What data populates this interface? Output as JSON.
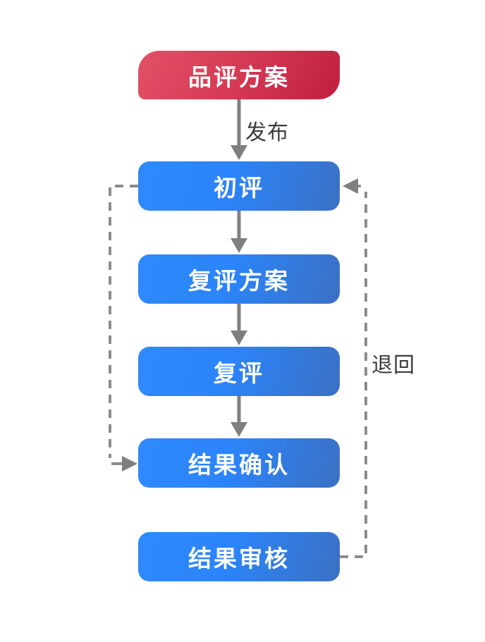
{
  "diagram": {
    "type": "flowchart",
    "orientation": "vertical",
    "nodes": [
      {
        "label": "品评方案",
        "type": "start"
      },
      {
        "label": "初评",
        "type": "step"
      },
      {
        "label": "复评方案",
        "type": "step"
      },
      {
        "label": "复评",
        "type": "step"
      },
      {
        "label": "结果确认",
        "type": "step"
      },
      {
        "label": "结果审核",
        "type": "step"
      }
    ],
    "edges": [
      {
        "from": "品评方案",
        "to": "初评",
        "label": "发布",
        "style": "solid-arrow"
      },
      {
        "from": "初评",
        "to": "复评方案",
        "label": "",
        "style": "solid-arrow"
      },
      {
        "from": "复评方案",
        "to": "复评",
        "label": "",
        "style": "solid-arrow"
      },
      {
        "from": "复评",
        "to": "结果确认",
        "label": "",
        "style": "solid-arrow"
      },
      {
        "from": "初评",
        "to": "结果确认",
        "label": "",
        "style": "dashed-arrow",
        "side": "left"
      },
      {
        "from": "结果审核",
        "to": "初评",
        "label": "退回",
        "style": "dashed-arrow",
        "side": "right"
      }
    ],
    "colors": {
      "start_gradient_from": "#e25166",
      "start_gradient_to": "#c01f3e",
      "step_gradient_from": "#2e8afc",
      "step_gradient_to": "#3b70c4",
      "arrow": "#7f7f7f",
      "dashed_line": "#8c8c8c",
      "edge_label_text": "#3c3c3c",
      "node_text": "#ffffff",
      "background": "#ffffff"
    }
  }
}
